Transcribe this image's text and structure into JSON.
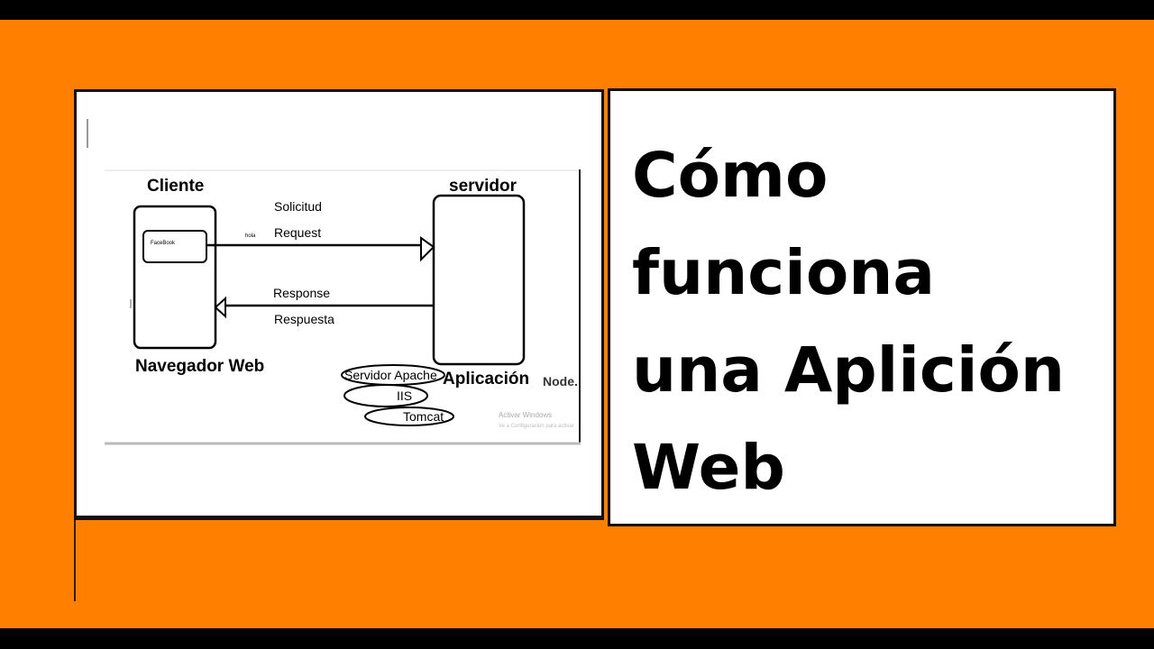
{
  "title_lines": [
    "Cómo",
    "funciona",
    "una Aplición",
    "Web"
  ],
  "diagram": {
    "client_label": "Cliente",
    "server_label": "servidor",
    "browser_content": "FaceBook",
    "hola_label": "hola",
    "request_es": "Solicitud",
    "request_en": "Request",
    "response_en": "Response",
    "response_es": "Respuesta",
    "browser_label": "Navegador Web",
    "app_label": "Aplicación",
    "server_types": [
      "Servidor Apache",
      "IIS",
      "Tomcat"
    ],
    "node_label": "Node.",
    "watermark_line1": "Activar Windows",
    "watermark_line2": "Ve a Configuración para activar"
  },
  "colors": {
    "background": "#ff8000",
    "bars": "#000000",
    "panel": "#ffffff",
    "ink": "#000000"
  }
}
